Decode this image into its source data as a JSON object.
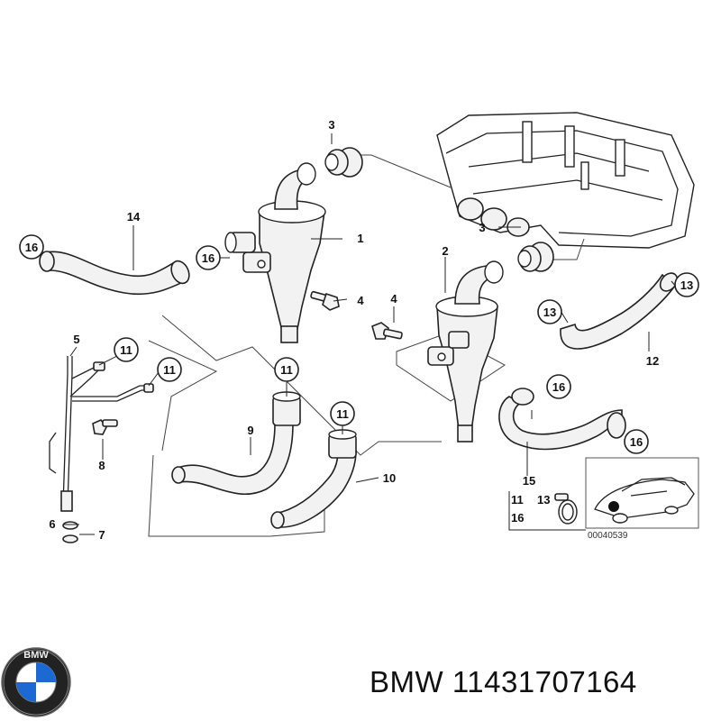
{
  "callouts": {
    "c1": "1",
    "c2": "2",
    "c3a": "3",
    "c3b": "3",
    "c4a": "4",
    "c4b": "4",
    "c5": "5",
    "c6": "6",
    "c7": "7",
    "c8": "8",
    "c9": "9",
    "c10": "10",
    "c11a": "11",
    "c11b": "11",
    "c11c": "11",
    "c11d": "11",
    "c12": "12",
    "c13a": "13",
    "c13b": "13",
    "c14": "14",
    "c15": "15",
    "c16a": "16",
    "c16b": "16",
    "c16c": "16",
    "c16d": "16"
  },
  "legend": {
    "l11": "11",
    "l13": "13",
    "l16": "16"
  },
  "diagram_id": "00040539",
  "brand": {
    "name": "BMW",
    "part_number": "11431707164",
    "logo_letters": "BMW"
  },
  "colors": {
    "line": "#222222",
    "part_fill": "#f2f2f2",
    "logo_blue": "#1c69d4",
    "logo_ring": "#111111"
  }
}
